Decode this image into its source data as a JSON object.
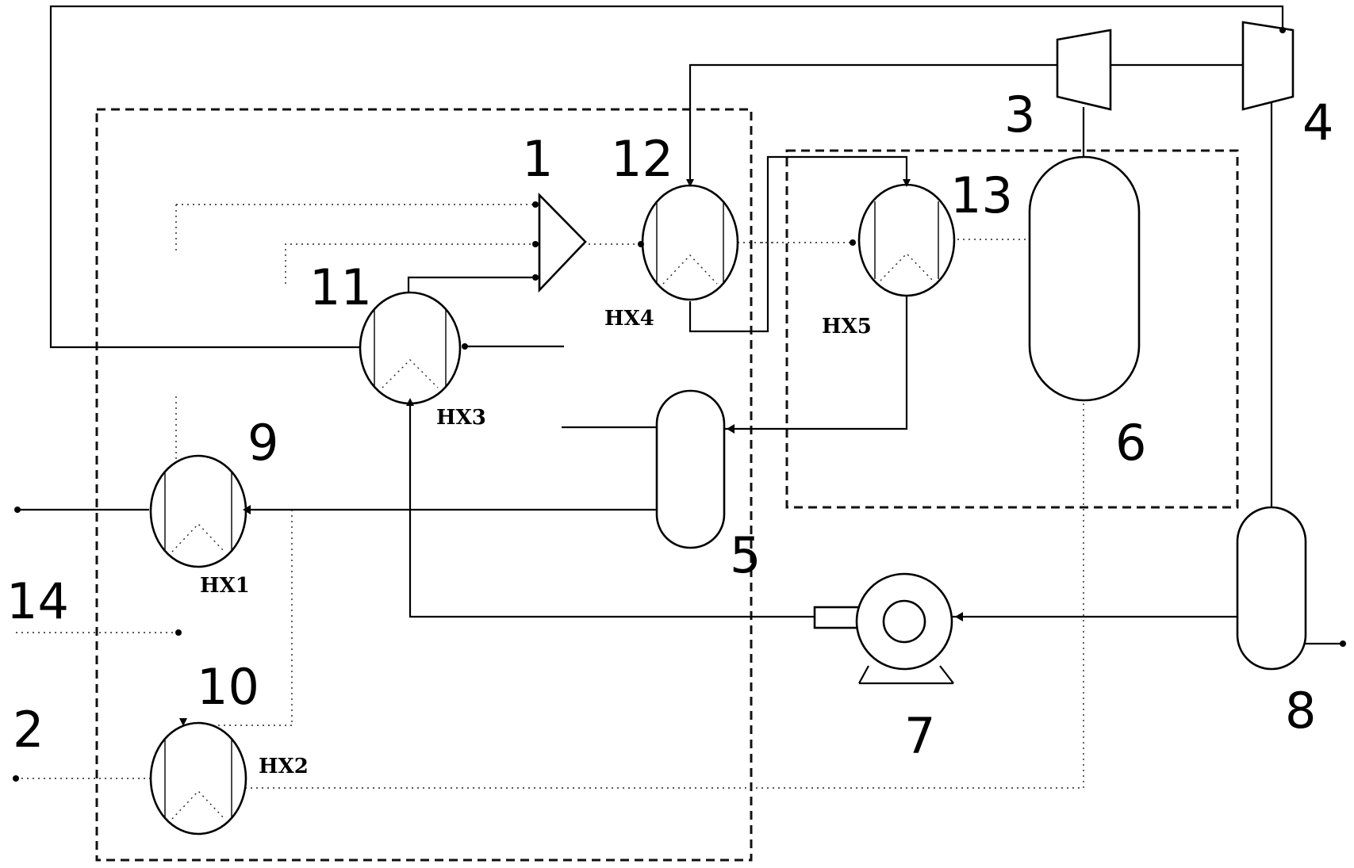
{
  "figure": {
    "labels": {
      "n1": "1",
      "n2": "2",
      "n3": "3",
      "n4": "4",
      "n5": "5",
      "n6": "6",
      "n7": "7",
      "n8": "8",
      "n9": "9",
      "n10": "10",
      "n11": "11",
      "n12": "12",
      "n13": "13",
      "n14": "14"
    },
    "hx_labels": {
      "hx1": "HX1",
      "hx2": "HX2",
      "hx3": "HX3",
      "hx4": "HX4",
      "hx5": "HX5"
    }
  }
}
